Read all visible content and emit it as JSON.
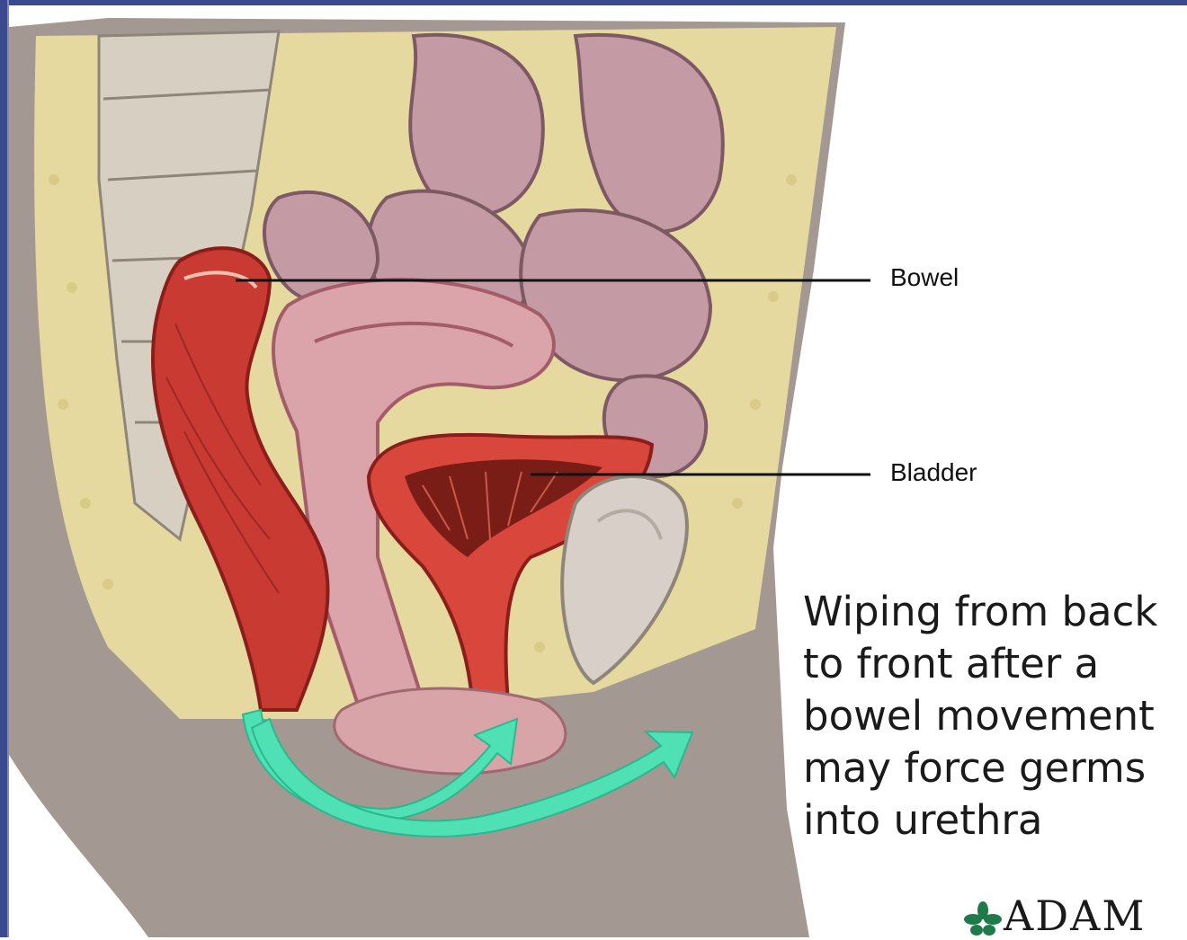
{
  "labels": {
    "bowel": "Bowel",
    "bladder": "Bladder"
  },
  "caption": {
    "lines": [
      "Wiping from back",
      "to front after a",
      "bowel movement",
      "may force germs",
      "into urethra"
    ]
  },
  "logo": {
    "text": "ADAM",
    "icon": "leaf-flower-icon"
  },
  "colors": {
    "frame": "#3b4a8f",
    "skin": "#a59a94",
    "fat": "#e8dca2",
    "rectum": "#c93a33",
    "bladder": "#d9473c",
    "intestine": "#c59aa6",
    "arrow": "#4fe0b4"
  }
}
